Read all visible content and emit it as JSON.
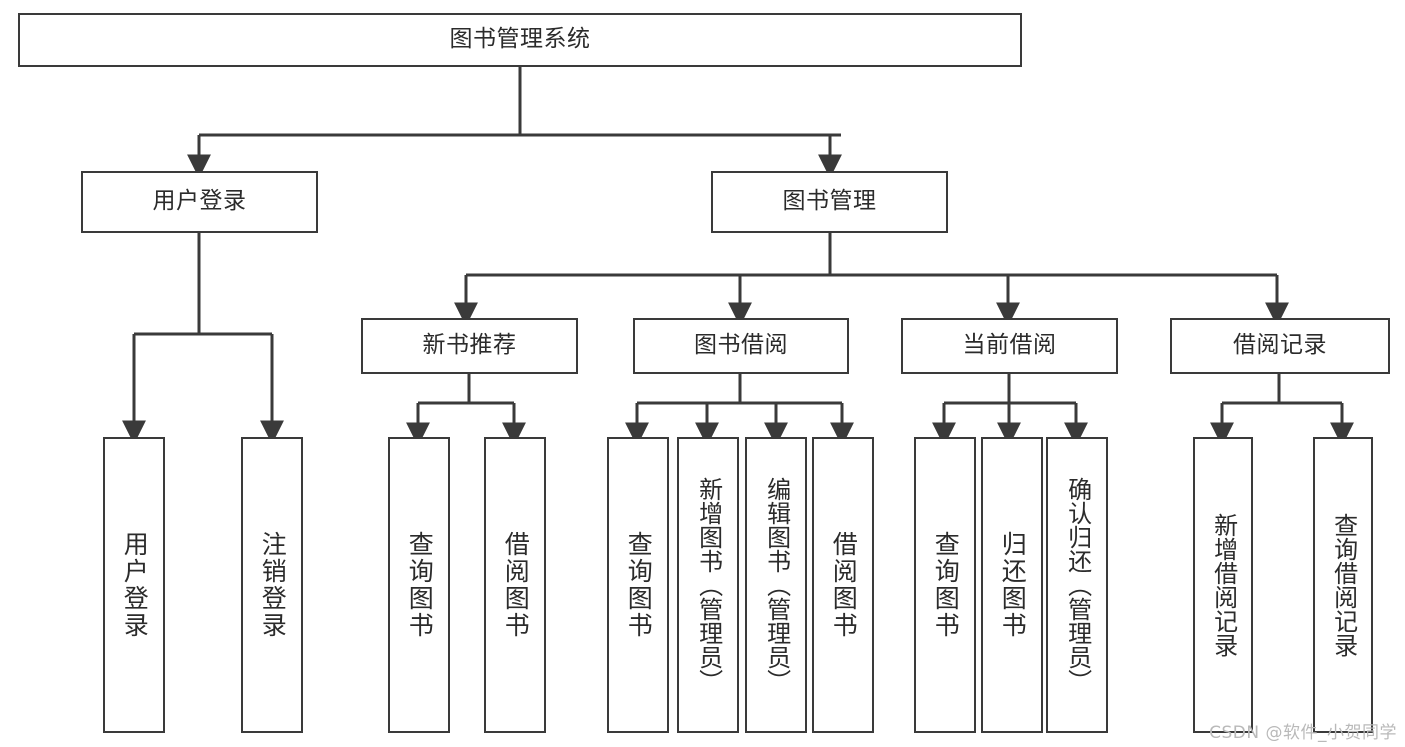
{
  "diagram": {
    "type": "hierarchy-tree",
    "title": "图书管理系统",
    "nodes": {
      "root": {
        "label": "图书管理系统",
        "level": 1
      },
      "user_login": {
        "label": "用户登录",
        "level": 2
      },
      "book_manage": {
        "label": "图书管理",
        "level": 2
      },
      "new_book_rec": {
        "label": "新书推荐",
        "level": 3
      },
      "book_borrow": {
        "label": "图书借阅",
        "level": 3
      },
      "current_borrow": {
        "label": "当前借阅",
        "level": 3
      },
      "borrow_record": {
        "label": "借阅记录",
        "level": 3
      },
      "leaf_user_login": {
        "label": "用户登录",
        "level": 4
      },
      "leaf_logout": {
        "label": "注销登录",
        "level": 4
      },
      "leaf_query_book_1": {
        "label": "查询图书",
        "level": 4
      },
      "leaf_borrow_book_1": {
        "label": "借阅图书",
        "level": 4
      },
      "leaf_query_book_2": {
        "label": "查询图书",
        "level": 4
      },
      "leaf_add_book": {
        "label": "新增图书（管理员）",
        "level": 4
      },
      "leaf_edit_book": {
        "label": "编辑图书（管理员）",
        "level": 4
      },
      "leaf_borrow_book_2": {
        "label": "借阅图书",
        "level": 4
      },
      "leaf_query_book_3": {
        "label": "查询图书",
        "level": 4
      },
      "leaf_return_book": {
        "label": "归还图书",
        "level": 4
      },
      "leaf_confirm_return": {
        "label": "确认归还（管理员）",
        "level": 4
      },
      "leaf_add_record": {
        "label": "新增借阅记录",
        "level": 4
      },
      "leaf_query_record": {
        "label": "查询借阅记录",
        "level": 4
      }
    },
    "edges": [
      {
        "from": "root",
        "to": "user_login"
      },
      {
        "from": "root",
        "to": "book_manage"
      },
      {
        "from": "user_login",
        "to": "leaf_user_login"
      },
      {
        "from": "user_login",
        "to": "leaf_logout"
      },
      {
        "from": "book_manage",
        "to": "new_book_rec"
      },
      {
        "from": "book_manage",
        "to": "book_borrow"
      },
      {
        "from": "book_manage",
        "to": "current_borrow"
      },
      {
        "from": "book_manage",
        "to": "borrow_record"
      },
      {
        "from": "new_book_rec",
        "to": "leaf_query_book_1"
      },
      {
        "from": "new_book_rec",
        "to": "leaf_borrow_book_1"
      },
      {
        "from": "book_borrow",
        "to": "leaf_query_book_2"
      },
      {
        "from": "book_borrow",
        "to": "leaf_add_book"
      },
      {
        "from": "book_borrow",
        "to": "leaf_edit_book"
      },
      {
        "from": "book_borrow",
        "to": "leaf_borrow_book_2"
      },
      {
        "from": "current_borrow",
        "to": "leaf_query_book_3"
      },
      {
        "from": "current_borrow",
        "to": "leaf_return_book"
      },
      {
        "from": "current_borrow",
        "to": "leaf_confirm_return"
      },
      {
        "from": "borrow_record",
        "to": "leaf_add_record"
      },
      {
        "from": "borrow_record",
        "to": "leaf_query_record"
      }
    ],
    "colors": {
      "border": "#3a3a3a",
      "text": "#2b2b2b",
      "background": "#ffffff",
      "watermark": "#b9b9b9"
    }
  },
  "watermark": {
    "text": "CSDN @软件_小贺同学"
  }
}
